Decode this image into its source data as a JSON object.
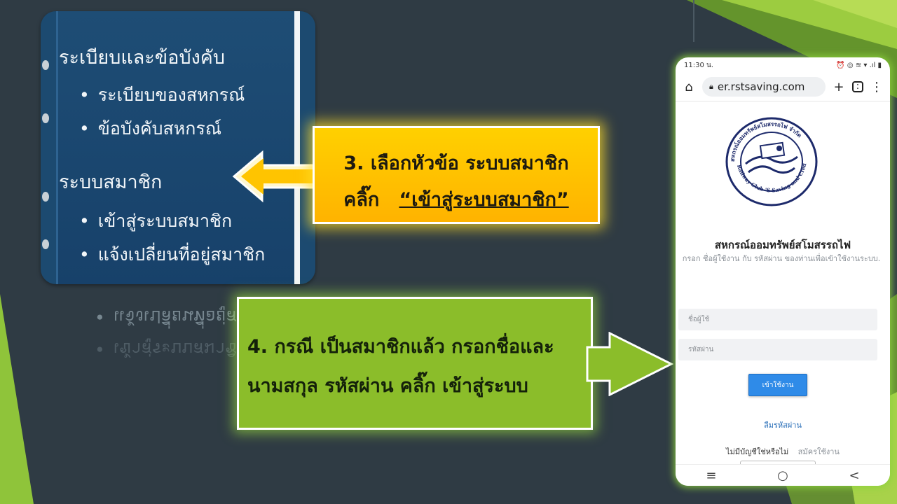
{
  "menu": {
    "heading1": "ระเบียบและข้อบังคับ",
    "items1": [
      "ระเบียบของสหกรณ์",
      "ข้อบังคับสหกรณ์"
    ],
    "heading2": "ระบบสมาชิก",
    "items2": [
      "เข้าสู่ระบบสมาชิก",
      "แจ้งเปลี่ยนที่อยู่สมาชิก"
    ]
  },
  "callout_step3": {
    "line1": "3. เลือกหัวข้อ ระบบสมาชิก",
    "line2_prefix": "คลิ๊ก",
    "line2_quote": "“เข้าสู่ระบบสมาชิก”"
  },
  "callout_step4": {
    "line1": "4. กรณี เป็นสมาชิกแล้ว กรอกชื่อและ",
    "line2": "นามสกุล รหัสผ่าน คลิ๊ก เข้าสู่ระบบ"
  },
  "phone": {
    "status_time": "11:30 น.",
    "status_icons": "⏰ ◎ ≋ ▾ .ıl ▮",
    "url": "er.rstsaving.com",
    "logo_text_top": "สหกรณ์ออมทรัพย์สโมสรรถไฟ จำกัด",
    "logo_text_bottom": "Railway Club 'S Saving and Credit Co.op.",
    "org_title": "สหกรณ์ออมทรัพย์สโมสรรถไฟ",
    "org_subtitle": "กรอก ชื่อผู้ใช้งาน กับ รหัสผ่าน ของท่านเพื่อเข้าใช้งานระบบ.",
    "username_placeholder": "ชื่อผู้ใช้",
    "password_placeholder": "รหัสผ่าน",
    "login_button": "เข้าใช้งาน",
    "forgot_password": "ลืมรหัสผ่าน",
    "no_account": "ไม่มีบัญชีใช่หรือไม่",
    "signup": "สมัครใช้งาน"
  },
  "colors": {
    "background": "#2f3b44",
    "yellow": "#ffc400",
    "green": "#8bbd2a",
    "menu_blue": "#1c4a70",
    "login_blue": "#2f8be8"
  }
}
